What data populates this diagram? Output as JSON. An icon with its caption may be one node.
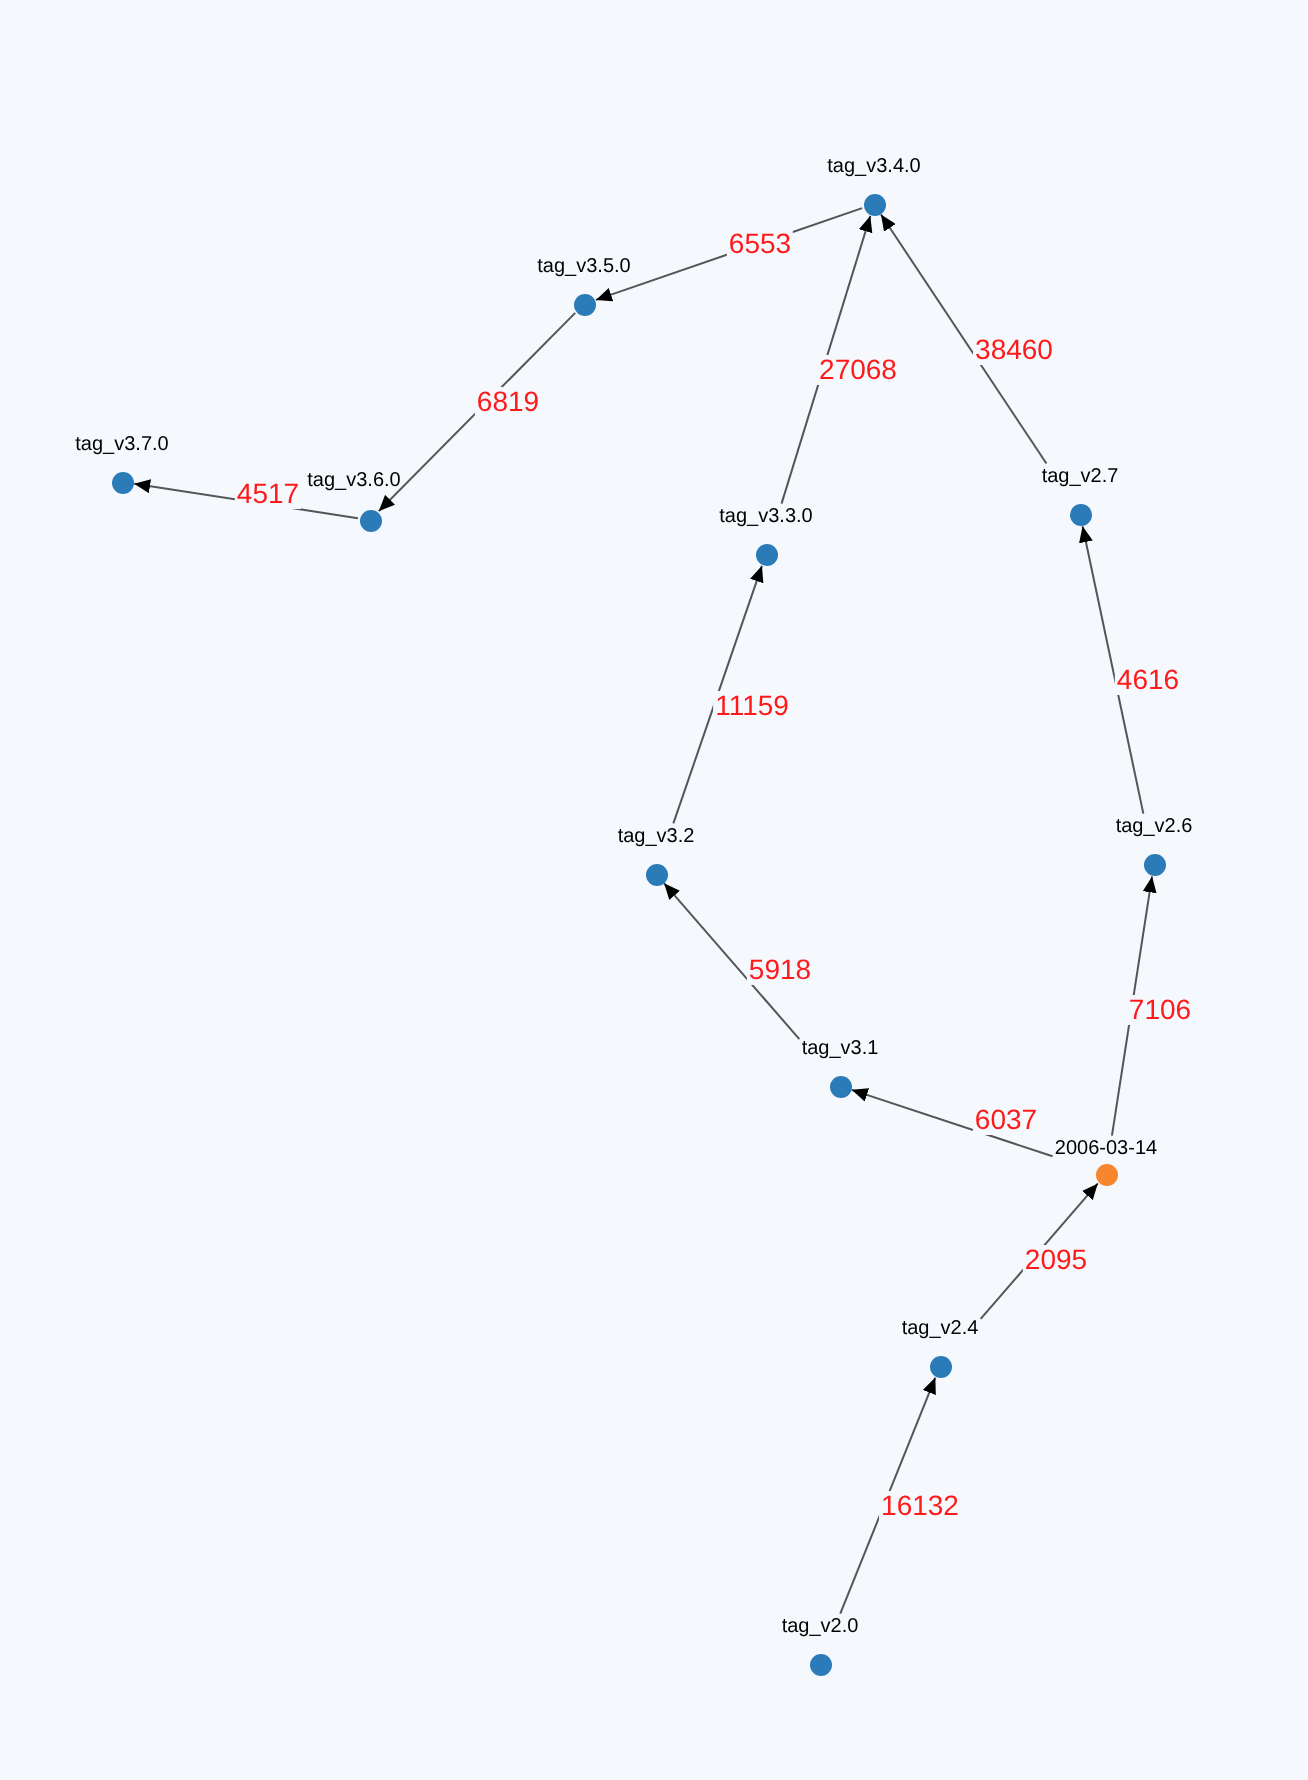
{
  "diagram": {
    "nodes": [
      {
        "text": [
          "tag_v3.4.0"
        ]
      },
      {
        "text": [
          "tag_v3.5.0"
        ]
      },
      {
        "text": [
          "tag_v3.7.0"
        ]
      },
      {
        "text": [
          "tag_v3.6.0"
        ]
      },
      {
        "text": [
          "tag_v2.7"
        ]
      },
      {
        "text": [
          "tag_v3.3.0"
        ]
      },
      {
        "text": [
          "tag_v2.6"
        ]
      },
      {
        "text": [
          "tag_v3.2"
        ]
      },
      {
        "text": [
          "tag_v3.1"
        ]
      },
      {
        "text": [
          "2006-03-14"
        ]
      },
      {
        "text": [
          "tag_v2.4"
        ]
      },
      {
        "text": [
          "tag_v2.0"
        ]
      }
    ],
    "edges": [
      {
        "from": 0,
        "to": 1,
        "arrow": "to",
        "label": "6553"
      },
      {
        "from": 1,
        "to": 3,
        "arrow": "to",
        "label": "6819"
      },
      {
        "from": 3,
        "to": 2,
        "arrow": "to",
        "label": "4517"
      },
      {
        "from": 5,
        "to": 0,
        "arrow": "to",
        "label": "27068"
      },
      {
        "from": 4,
        "to": 0,
        "arrow": "to",
        "label": "38460"
      },
      {
        "from": 7,
        "to": 5,
        "arrow": "to",
        "label": "11159"
      },
      {
        "from": 6,
        "to": 4,
        "arrow": "to",
        "label": "4616"
      },
      {
        "from": 8,
        "to": 7,
        "arrow": "to",
        "label": "5918"
      },
      {
        "from": 9,
        "to": 6,
        "arrow": "to",
        "label": "7106"
      },
      {
        "from": 9,
        "to": 8,
        "arrow": "to",
        "label": "6037"
      },
      {
        "from": 10,
        "to": 9,
        "arrow": "to",
        "label": "2095"
      },
      {
        "from": 11,
        "to": 10,
        "arrow": "to",
        "label": "16132"
      }
    ]
  }
}
